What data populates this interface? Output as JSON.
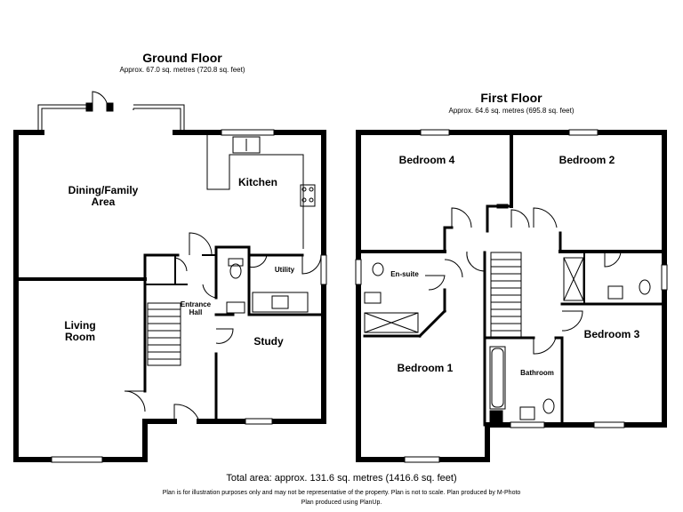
{
  "ground_floor": {
    "title": "Ground Floor",
    "area": "Approx. 67.0 sq. metres (720.8 sq. feet)",
    "rooms": {
      "dining_family": "Dining/Family\nArea",
      "kitchen": "Kitchen",
      "utility": "Utility",
      "entrance_hall": "Entrance\nHall",
      "living_room": "Living\nRoom",
      "study": "Study"
    }
  },
  "first_floor": {
    "title": "First Floor",
    "area": "Approx. 64.6 sq. metres (695.8 sq. feet)",
    "rooms": {
      "bedroom_4": "Bedroom 4",
      "bedroom_2": "Bedroom 2",
      "en_suite": "En-suite",
      "bedroom_1": "Bedroom 1",
      "bedroom_3": "Bedroom 3",
      "bathroom": "Bathroom"
    }
  },
  "footer": {
    "total": "Total area: approx. 131.6 sq. metres (1416.6 sq. feet)",
    "disclaimer": "Plan is for illustration purposes only and may not be representative of the property. Plan is not to scale. Plan produced by M-Photo",
    "produced": "Plan produced using PlanUp."
  }
}
